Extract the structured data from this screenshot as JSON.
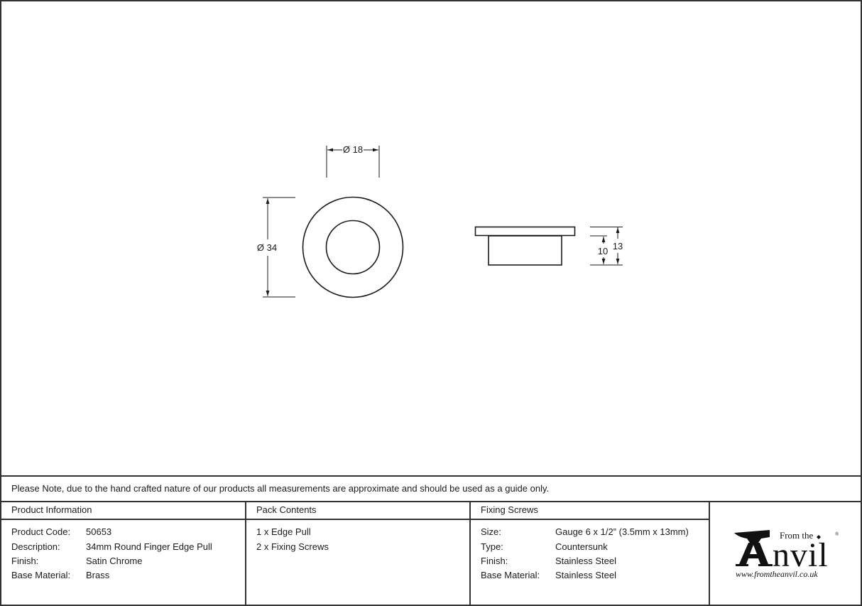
{
  "drawing": {
    "front_view": {
      "outer_diameter_label": "Ø 34",
      "inner_diameter_label": "Ø 18"
    },
    "side_view": {
      "overall_height_label": "13",
      "body_height_label": "10"
    }
  },
  "note": "Please Note, due to the hand crafted nature of our products all measurements are approximate and should be used as a guide only.",
  "product_information": {
    "heading": "Product Information",
    "rows": [
      {
        "label": "Product Code:",
        "value": "50653"
      },
      {
        "label": "Description:",
        "value": "34mm Round Finger Edge Pull"
      },
      {
        "label": "Finish:",
        "value": "Satin Chrome"
      },
      {
        "label": "Base Material:",
        "value": "Brass"
      }
    ]
  },
  "pack_contents": {
    "heading": "Pack Contents",
    "items": [
      "1 x Edge Pull",
      "2 x Fixing Screws"
    ]
  },
  "fixing_screws": {
    "heading": "Fixing Screws",
    "rows": [
      {
        "label": "Size:",
        "value": "Gauge 6 x 1/2” (3.5mm x 13mm)"
      },
      {
        "label": "Type:",
        "value": "Countersunk"
      },
      {
        "label": "Finish:",
        "value": "Stainless Steel"
      },
      {
        "label": "Base Material:",
        "value": "Stainless Steel"
      }
    ]
  },
  "logo": {
    "from_the": "From the",
    "brand": "nvil",
    "registered": "®",
    "url": "www.fromtheanvil.co.uk"
  }
}
